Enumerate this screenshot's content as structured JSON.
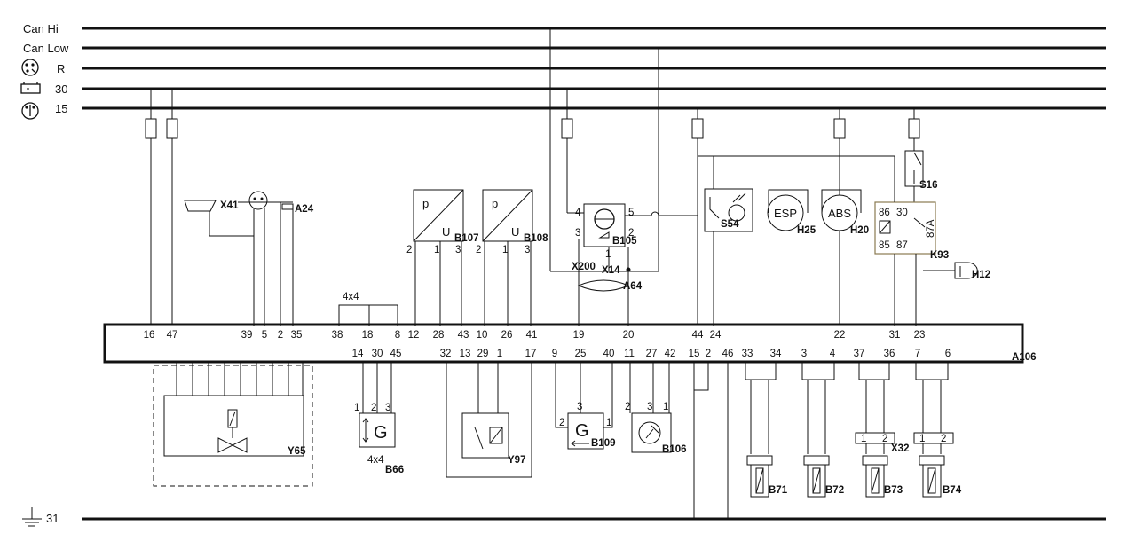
{
  "bus_lines": [
    {
      "id": "can-hi",
      "label": "Can Hi"
    },
    {
      "id": "can-low",
      "label": "Can Low"
    },
    {
      "id": "r",
      "label": "R"
    },
    {
      "id": "30",
      "label": "30"
    },
    {
      "id": "15",
      "label": "15"
    },
    {
      "id": "31",
      "label": "31"
    }
  ],
  "ecu": {
    "label": "A106",
    "top_pins": [
      "16",
      "47",
      "39",
      "5",
      "2",
      "35",
      "38",
      "18",
      "8",
      "12",
      "28",
      "43",
      "10",
      "26",
      "41",
      "19",
      "20",
      "44",
      "24",
      "22",
      "31",
      "23"
    ],
    "bottom_pins": [
      "14",
      "30",
      "45",
      "32",
      "13",
      "29",
      "1",
      "17",
      "9",
      "25",
      "40",
      "11",
      "27",
      "42",
      "15",
      "2",
      "46",
      "33",
      "34",
      "3",
      "4",
      "37",
      "36",
      "7",
      "6"
    ]
  },
  "components": {
    "x41": "X41",
    "a24": "A24",
    "conn_4x4": "4x4",
    "b107": "B107",
    "b108": "B108",
    "b107_p": "p",
    "b107_u": "U",
    "b108_p": "p",
    "b108_u": "U",
    "b105": "B105",
    "x200": "X200",
    "x14": "X14",
    "a64": "A64",
    "s54": "S54",
    "h25": "H25",
    "h25_face": "ESP",
    "h20": "H20",
    "h20_face": "ABS",
    "s16": "S16",
    "k93": "K93",
    "k93_86": "86",
    "k93_30": "30",
    "k93_85": "85",
    "k93_87": "87",
    "k93_87a": "87A",
    "h12": "H12",
    "y65": "Y65",
    "b66": "B66",
    "b66_face": "G",
    "b66_mark": "4x4",
    "y97": "Y97",
    "b109": "B109",
    "b109_face": "G",
    "b106": "B106",
    "x32": "X32",
    "b71": "B71",
    "b72": "B72",
    "b73": "B73",
    "b74": "B74"
  },
  "sub_pins": {
    "b107": [
      "2",
      "1",
      "3"
    ],
    "b108": [
      "2",
      "1",
      "3"
    ],
    "b105": [
      "4",
      "5",
      "3",
      "1",
      "2"
    ],
    "b66": [
      "1",
      "2",
      "3"
    ],
    "b109": [
      "2",
      "3",
      "1"
    ],
    "b106": [
      "2",
      "3",
      "1"
    ],
    "x32_left": [
      "1",
      "2"
    ],
    "x32_right": [
      "1",
      "2"
    ]
  }
}
